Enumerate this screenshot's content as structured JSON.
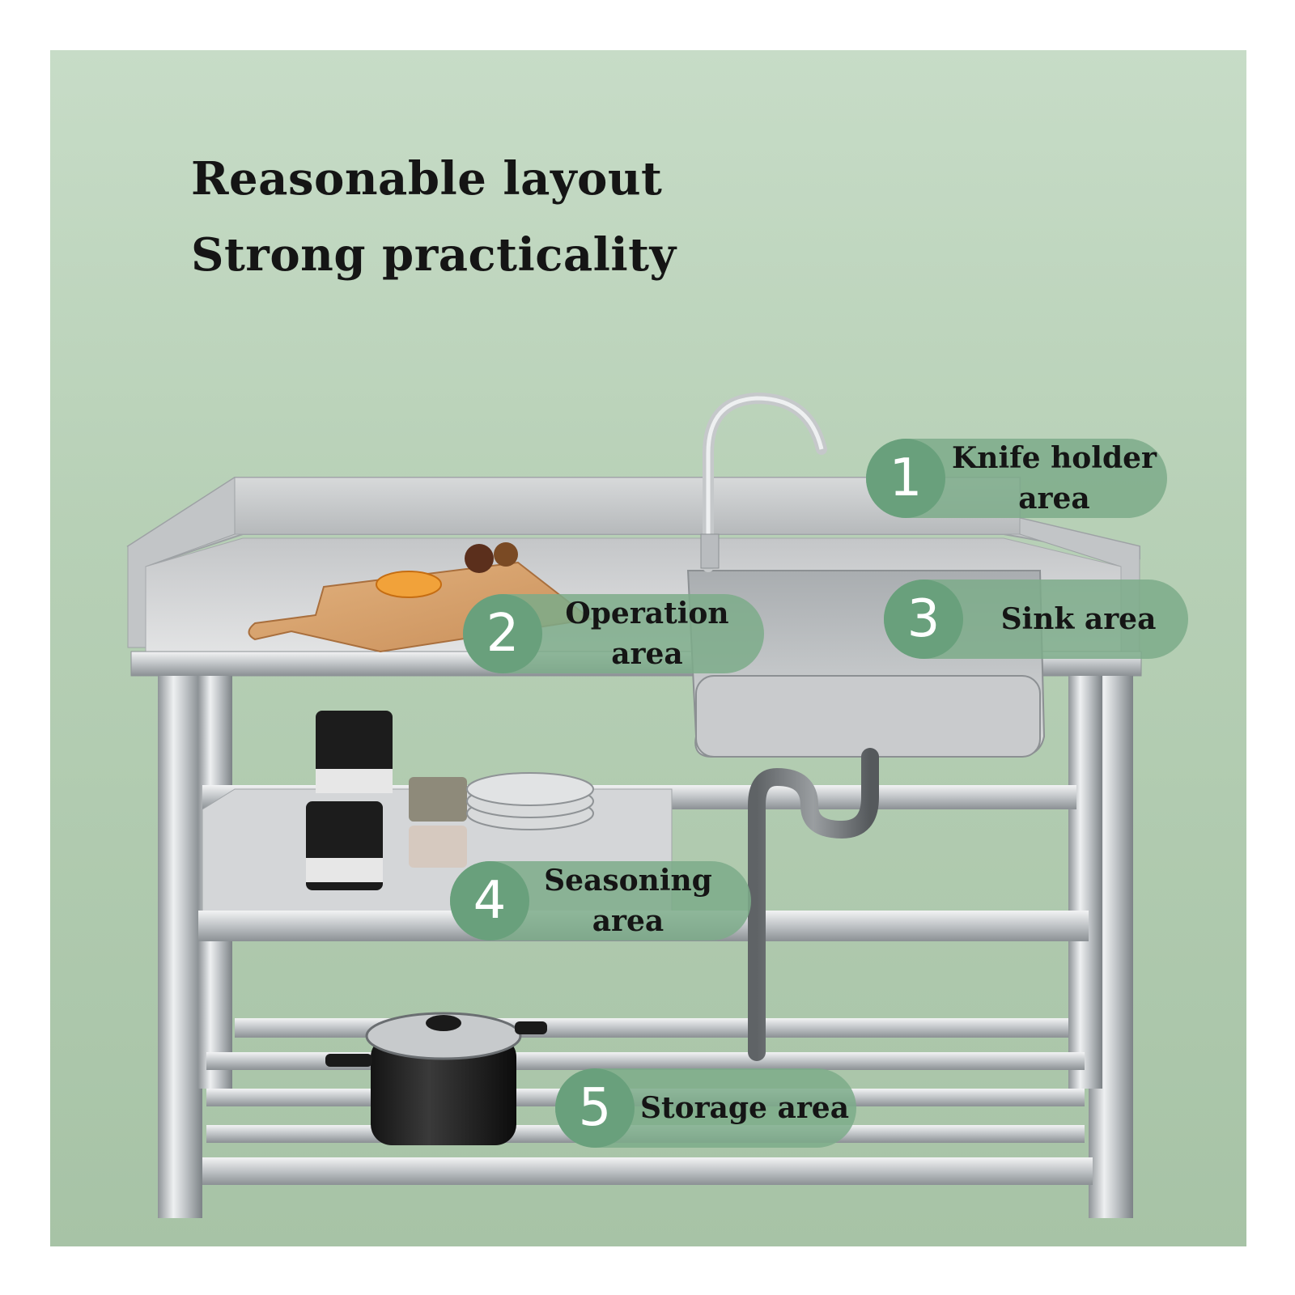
{
  "headline": {
    "line1": "Reasonable layout",
    "line2": "Strong practicality"
  },
  "callouts": [
    {
      "number": "1",
      "label": "Knife holder\narea"
    },
    {
      "number": "2",
      "label": "Operation\narea"
    },
    {
      "number": "3",
      "label": "Sink area"
    },
    {
      "number": "4",
      "label": "Seasoning\narea"
    },
    {
      "number": "5",
      "label": "Storage area"
    }
  ],
  "colors": {
    "background_top": "#c7dcc7",
    "background_bottom": "#a7c3a6",
    "badge": "#69a07c",
    "pill": "#7cab8a",
    "steel": "#c9cbcd",
    "text": "#151515"
  }
}
